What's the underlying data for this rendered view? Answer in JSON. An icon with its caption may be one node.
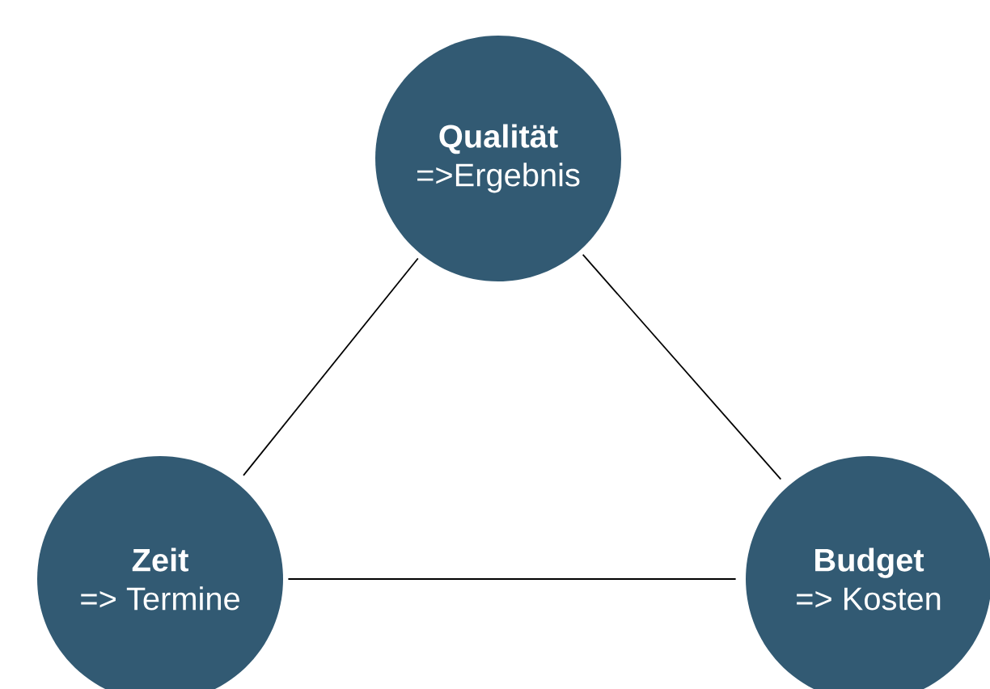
{
  "diagram": {
    "nodes": [
      {
        "text": [
          "Qualität",
          "=>Ergebnis"
        ]
      },
      {
        "text": [
          "Zeit",
          "=> Termine"
        ]
      },
      {
        "text": [
          "Budget",
          "=> Kosten"
        ]
      }
    ],
    "edges": [
      {
        "from": 0,
        "to": 1,
        "arrow": "none"
      },
      {
        "from": 0,
        "to": 2,
        "arrow": "none"
      },
      {
        "from": 1,
        "to": 2,
        "arrow": "none"
      }
    ]
  }
}
